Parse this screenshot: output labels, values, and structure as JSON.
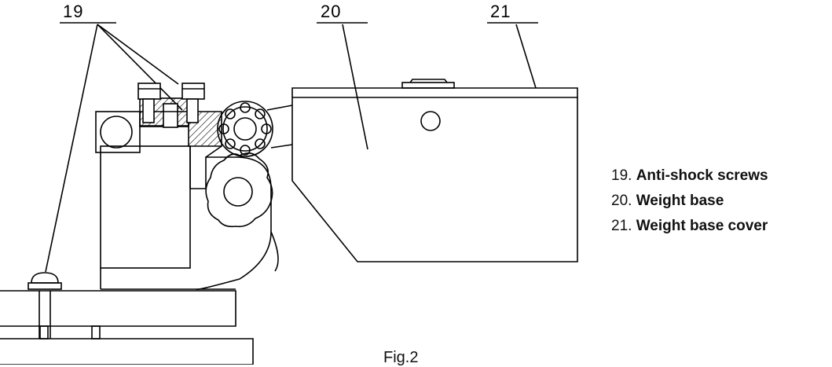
{
  "callouts": [
    "19",
    "20",
    "21"
  ],
  "legend": [
    {
      "number": "19.",
      "label": "Anti-shock screws"
    },
    {
      "number": "20.",
      "label": "Weight base"
    },
    {
      "number": "21.",
      "label": "Weight base cover"
    }
  ],
  "figure_caption": "Fig.2"
}
